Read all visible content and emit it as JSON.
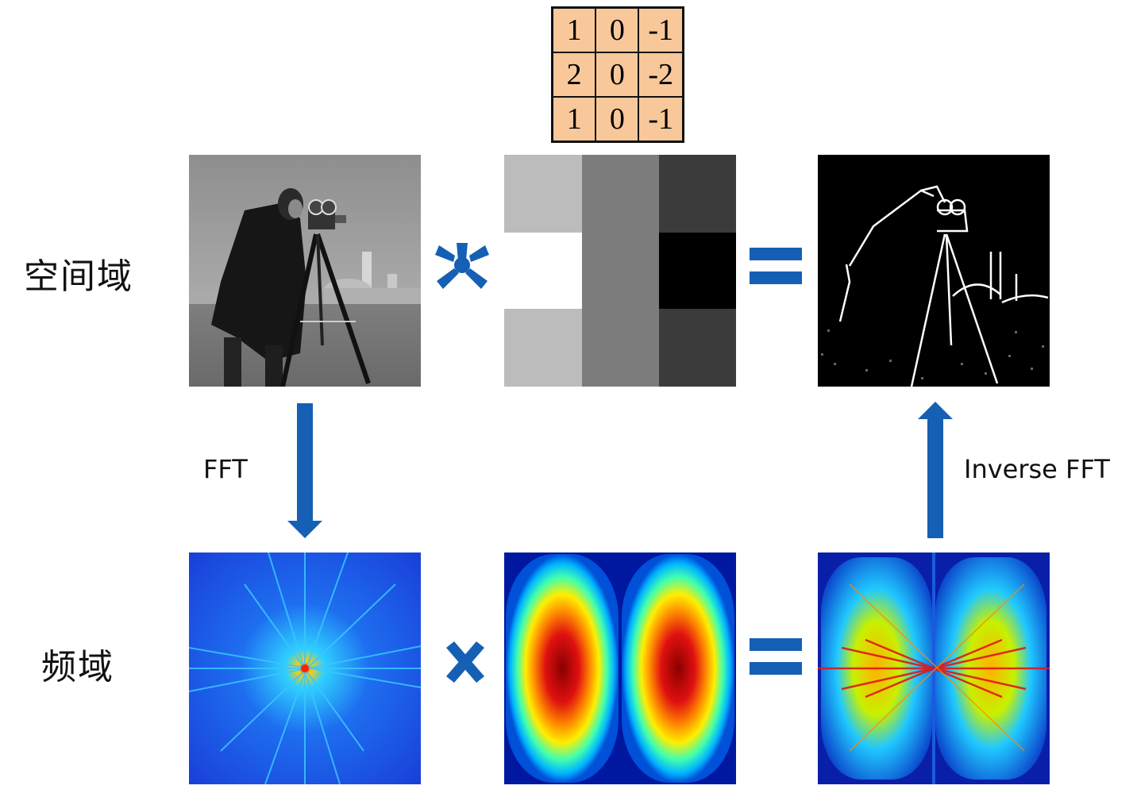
{
  "labels": {
    "spatial_domain": "空间域",
    "frequency_domain": "频域",
    "fft": "FFT",
    "inverse_fft": "Inverse FFT"
  },
  "kernel": {
    "rows": [
      [
        "1",
        "0",
        "-1"
      ],
      [
        "2",
        "0",
        "-2"
      ],
      [
        "1",
        "0",
        "-1"
      ]
    ]
  },
  "operators": {
    "convolution": "*",
    "multiplication": "×",
    "equals": "="
  },
  "colors": {
    "arrow_blue": "#1560b4",
    "kernel_fill": "#f8c89a"
  }
}
